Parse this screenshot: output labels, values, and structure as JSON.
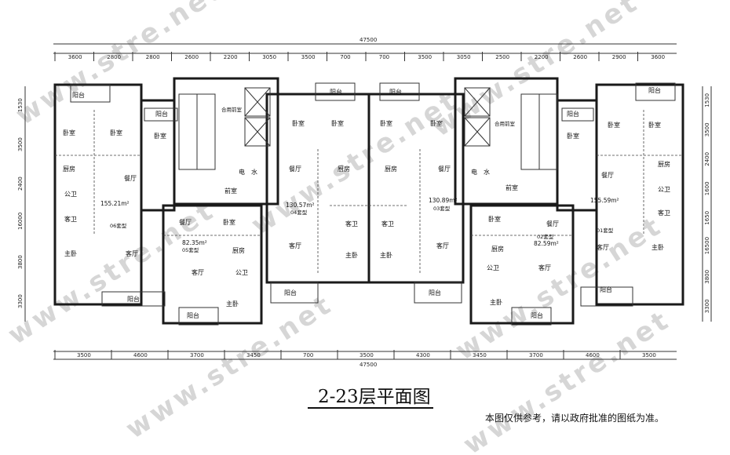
{
  "title": "2-23层平面图",
  "note": "本图仅供参考，请以政府批准的图纸为准。",
  "watermark": "www.stre.net",
  "dimensions": {
    "total": "47500",
    "top": [
      "3600",
      "2800",
      "2800",
      "2600",
      "2200",
      "3050",
      "3500",
      "700",
      "700",
      "3500",
      "3050",
      "2500",
      "2200",
      "2600",
      "2900",
      "3600"
    ],
    "bottom": [
      "3500",
      "4600",
      "3700",
      "3450",
      "700",
      "3500",
      "4300",
      "3450",
      "3700",
      "4600",
      "3500"
    ],
    "left": [
      "1530",
      "3500",
      "2400",
      "16000",
      "3800",
      "3300"
    ],
    "right": [
      "1530",
      "3500",
      "2400",
      "1600",
      "1650",
      "16500",
      "3800",
      "3300"
    ]
  },
  "rooms": {
    "balcony": "阳台",
    "bedroom": "卧室",
    "kitchen": "厨房",
    "dining": "餐厅",
    "living": "客厅",
    "master": "主卧",
    "public_bath": "公卫",
    "guest_bath": "客卫",
    "lobby": "前室",
    "pipe_shaft": "合用前室",
    "water": "水",
    "power": "电"
  },
  "units": [
    {
      "id": "u06",
      "area": "155.21m²",
      "type": "06套型"
    },
    {
      "id": "u05",
      "area": "82.35m²",
      "type": "05套型"
    },
    {
      "id": "u04",
      "area": "130.57m²",
      "type": "04套型"
    },
    {
      "id": "u03",
      "area": "130.89m²",
      "type": "03套型"
    },
    {
      "id": "u02",
      "area": "82.59m²",
      "type": "02套型"
    },
    {
      "id": "u01",
      "area": "155.59m²",
      "type": "01套型"
    }
  ]
}
